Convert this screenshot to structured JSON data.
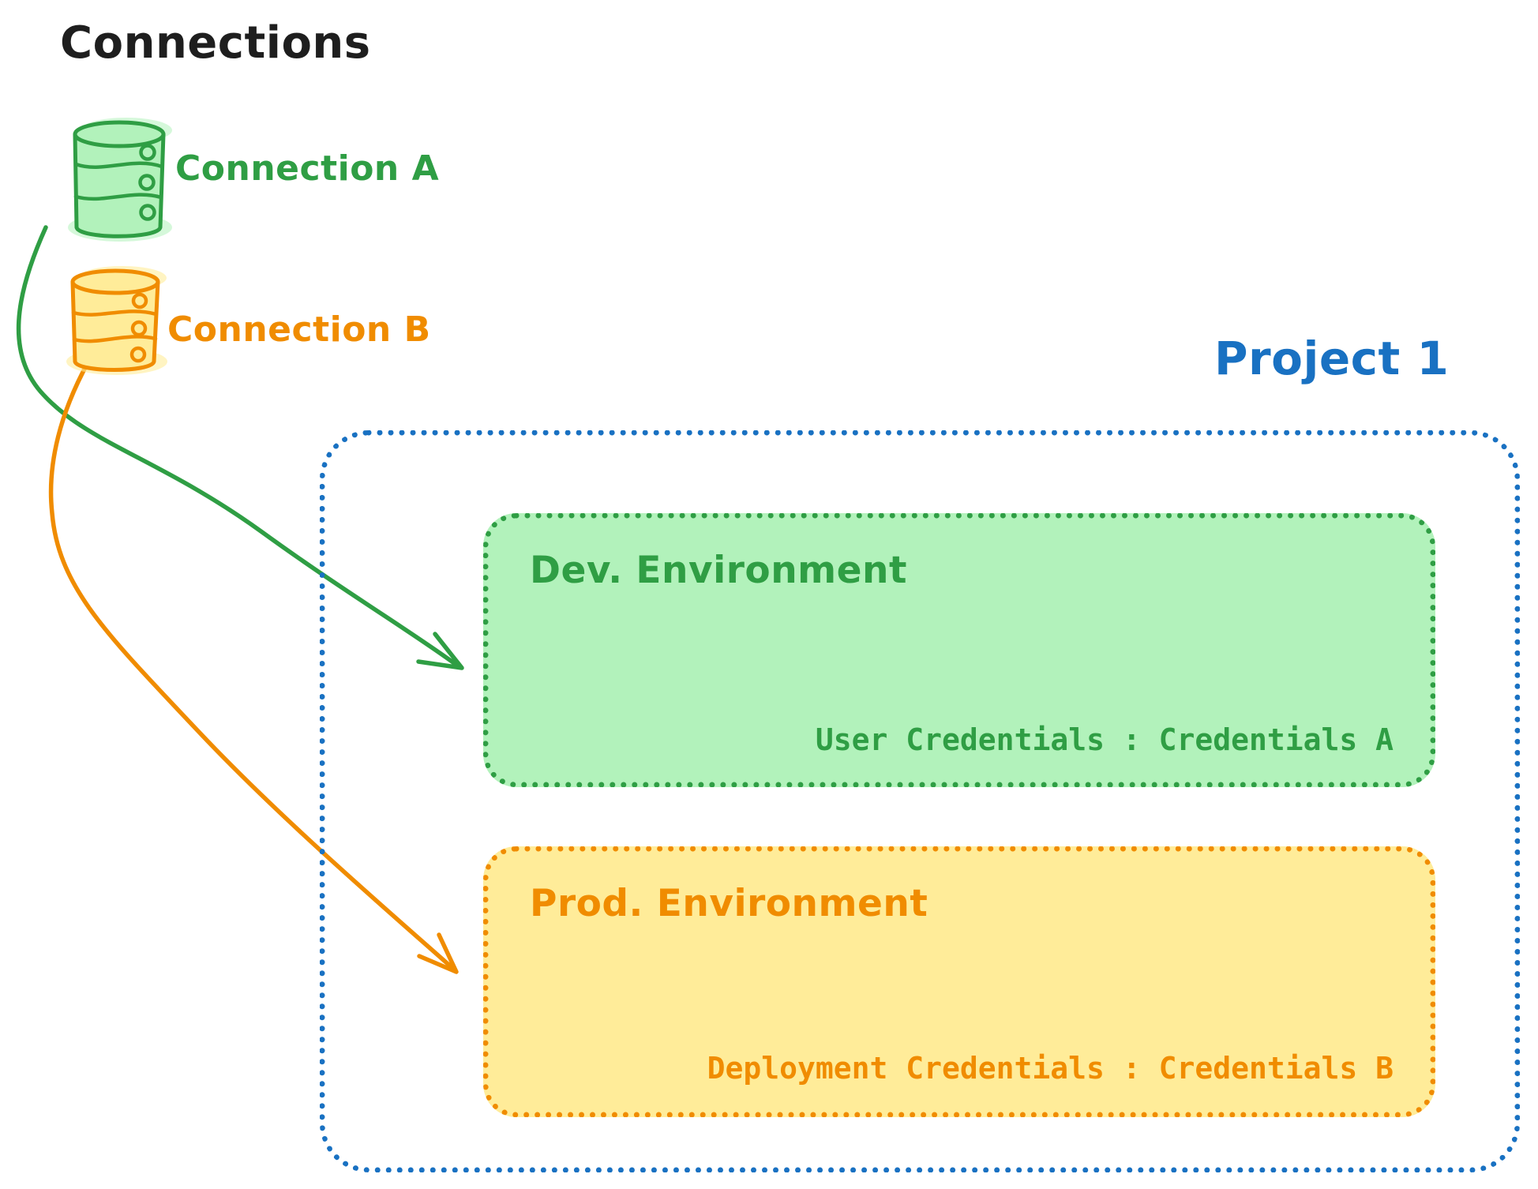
{
  "diagram_title": "Connections",
  "colors": {
    "green_stroke": "#2f9e44",
    "green_fill": "#b2f2bb",
    "orange_stroke": "#f08c00",
    "orange_fill": "#ffec99",
    "blue": "#1971c2",
    "black_text": "#1e1e1e"
  },
  "connections": [
    {
      "label": "Connection A",
      "icon": "database-icon",
      "color": "#2f9e44"
    },
    {
      "label": "Connection B",
      "icon": "database-icon",
      "color": "#f08c00"
    }
  ],
  "project": {
    "title": "Project 1",
    "environments": [
      {
        "name": "Dev. Environment",
        "credentials_label": "User Credentials : Credentials A",
        "color": "#2f9e44"
      },
      {
        "name": "Prod. Environment",
        "credentials_label": "Deployment Credentials : Credentials B",
        "color": "#f08c00"
      }
    ]
  },
  "arrows": [
    {
      "from": "Connection A",
      "to": "Dev. Environment",
      "color": "#2f9e44"
    },
    {
      "from": "Connection B",
      "to": "Prod. Environment",
      "color": "#f08c00"
    }
  ]
}
